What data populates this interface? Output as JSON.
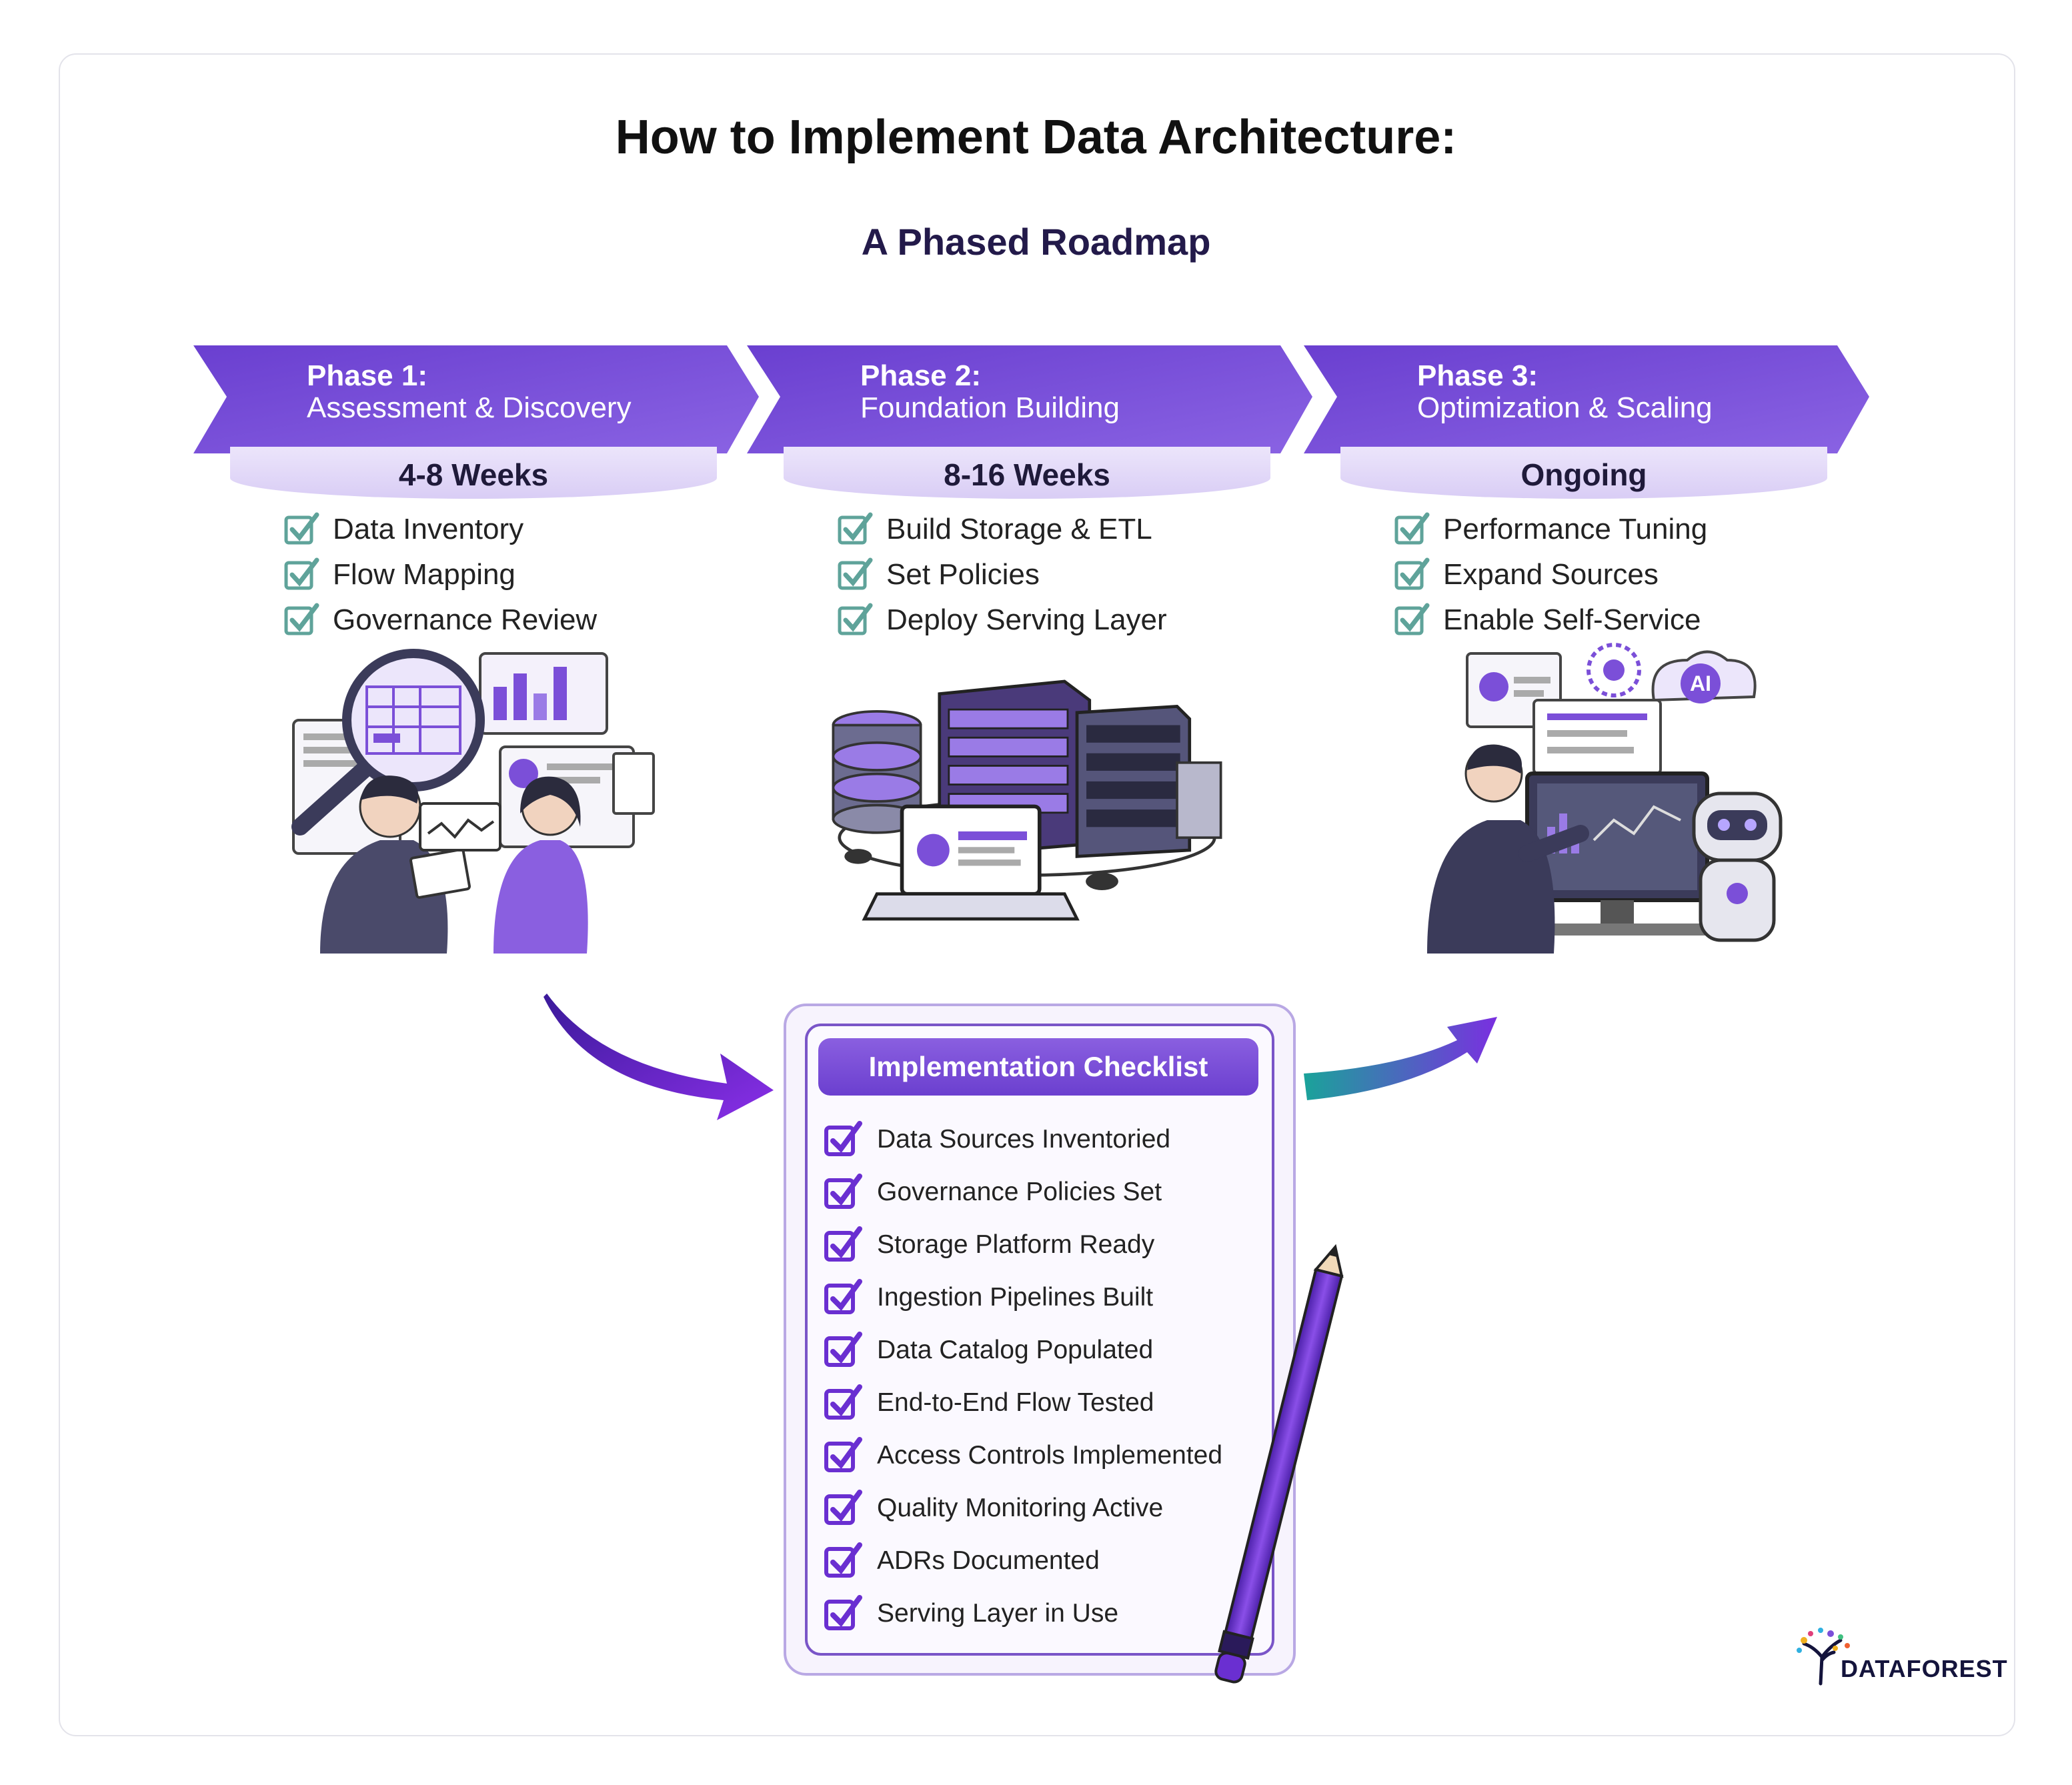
{
  "header": {
    "title": "How to Implement Data Architecture:",
    "subtitle": "A Phased Roadmap"
  },
  "phases": [
    {
      "number": "Phase 1:",
      "name": "Assessment & Discovery",
      "duration": "4-8 Weeks",
      "tasks": [
        "Data Inventory",
        "Flow Mapping",
        "Governance Review"
      ],
      "illustration": "analysts-with-magnifier-illustration"
    },
    {
      "number": "Phase 2:",
      "name": "Foundation Building",
      "duration": "8-16 Weeks",
      "tasks": [
        "Build Storage & ETL",
        "Set Policies",
        "Deploy Serving Layer"
      ],
      "illustration": "servers-and-laptop-illustration"
    },
    {
      "number": "Phase 3:",
      "name": "Optimization & Scaling",
      "duration": "Ongoing",
      "tasks": [
        "Performance Tuning",
        "Expand Sources",
        "Enable Self-Service"
      ],
      "illustration": "analyst-with-robot-illustration"
    }
  ],
  "ai_badge": "AI",
  "checklist": {
    "title": "Implementation Checklist",
    "items": [
      "Data Sources Inventoried",
      "Governance Policies Set",
      "Storage Platform Ready",
      "Ingestion Pipelines Built",
      "Data Catalog Populated",
      "End-to-End Flow Tested",
      "Access Controls Implemented",
      "Quality Monitoring Active",
      "ADRs Documented",
      "Serving Layer in Use"
    ]
  },
  "logo": {
    "text": "DATAFOREST"
  },
  "colors": {
    "banner": "#7b4fd8",
    "banner_dark": "#5a2fbf",
    "check": "#5fa39a",
    "checklist_check": "#6a2fd1",
    "arrow_purple": "#5a1fc9",
    "arrow_teal": "#1aa39a"
  }
}
